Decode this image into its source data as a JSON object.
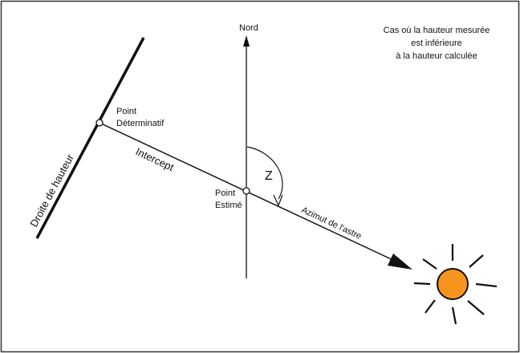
{
  "labels": {
    "north": "Nord",
    "note_line1": "Cas où la hauteur mesurée",
    "note_line2": "est inférieure",
    "note_line3": "à la hauteur calculée",
    "point_determinatif_line1": "Point",
    "point_determinatif_line2": "Déterminatif",
    "point_estime_line1": "Point",
    "point_estime_line2": "Estimé",
    "intercept": "Intercept",
    "z_angle": "Z",
    "droite_de_hauteur": "Droite de hauteur",
    "azimut": "Azimut de l'astre"
  },
  "colors": {
    "sun_fill": "#f7941d",
    "line": "#111111",
    "frame": "#333333"
  },
  "icons": {
    "sun": "sun-icon"
  }
}
